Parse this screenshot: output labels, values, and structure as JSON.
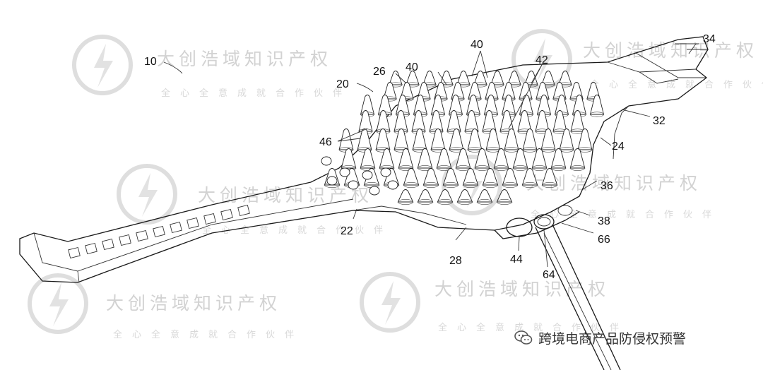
{
  "figure": {
    "labels": [
      {
        "id": "10",
        "text": "10"
      },
      {
        "id": "20",
        "text": "20"
      },
      {
        "id": "22",
        "text": "22"
      },
      {
        "id": "24",
        "text": "24"
      },
      {
        "id": "26",
        "text": "26"
      },
      {
        "id": "28",
        "text": "28"
      },
      {
        "id": "32",
        "text": "32"
      },
      {
        "id": "34",
        "text": "34"
      },
      {
        "id": "36",
        "text": "36"
      },
      {
        "id": "38",
        "text": "38"
      },
      {
        "id": "40a",
        "text": "40"
      },
      {
        "id": "40b",
        "text": "40"
      },
      {
        "id": "42",
        "text": "42"
      },
      {
        "id": "44",
        "text": "44"
      },
      {
        "id": "46",
        "text": "46"
      },
      {
        "id": "64",
        "text": "64"
      },
      {
        "id": "66",
        "text": "66"
      }
    ]
  },
  "watermark": {
    "title": "大创浩域知识产权",
    "subtitle": "全心全意成就合作伙伴",
    "icon": "lightning-circle-logo"
  },
  "footer": {
    "account_name": "跨境电商产品防侵权预警",
    "icon": "wechat-icon"
  }
}
